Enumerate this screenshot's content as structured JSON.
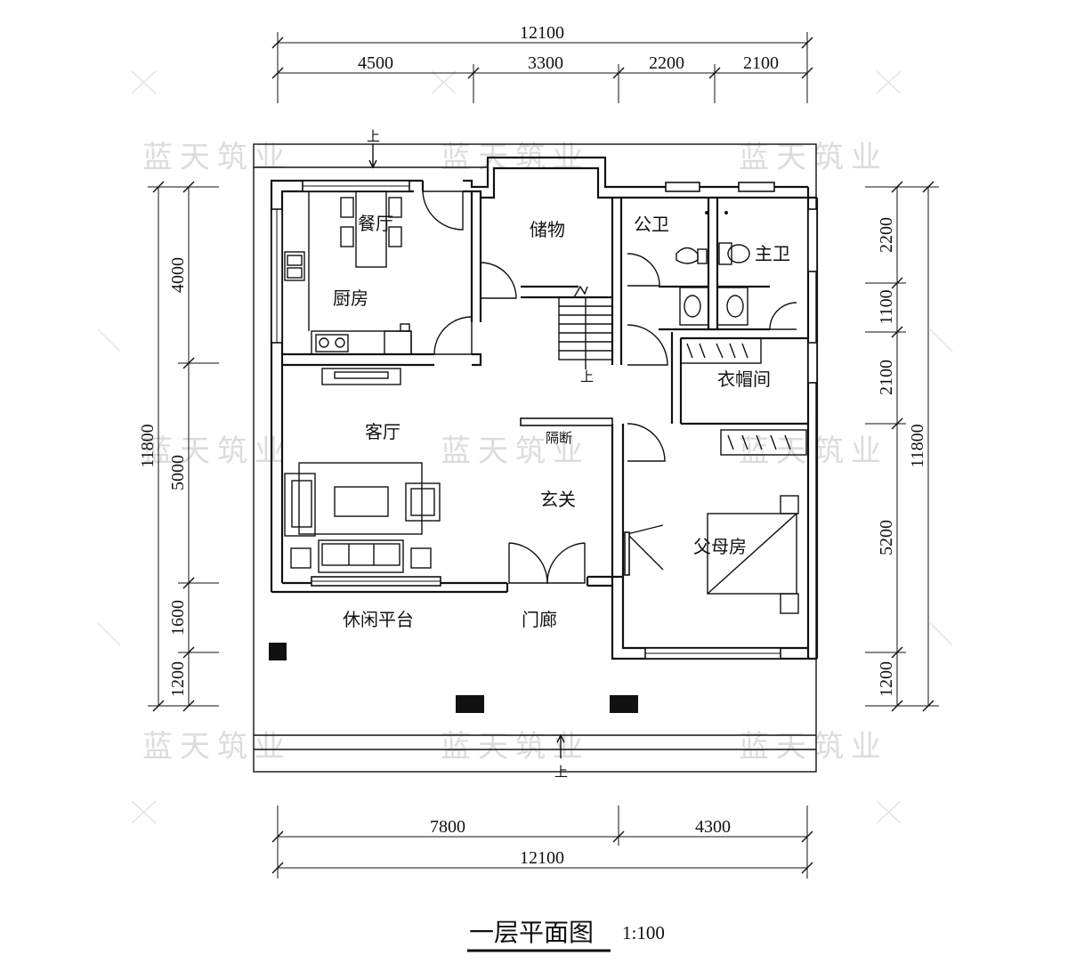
{
  "dimensions": {
    "top_total": "12100",
    "top_segments": [
      "4500",
      "3300",
      "2200",
      "2100"
    ],
    "bottom_segments": [
      "7800",
      "4300"
    ],
    "bottom_total": "12100",
    "left_total": "11800",
    "left_segments": [
      "4000",
      "5000",
      "1600",
      "1200"
    ],
    "right_total": "11800",
    "right_segments": [
      "2200",
      "1100",
      "2100",
      "5200",
      "1200"
    ]
  },
  "rooms": {
    "dining": "餐厅",
    "kitchen": "厨房",
    "storage": "储物",
    "public_bath": "公卫",
    "master_bath": "主卫",
    "cloakroom": "衣帽间",
    "living": "客厅",
    "partition": "隔断",
    "foyer": "玄关",
    "parents_room": "父母房",
    "leisure_terrace": "休闲平台",
    "porch": "门廊"
  },
  "stairs": {
    "up_top": "上",
    "up_stair": "上",
    "up_bottom": "上"
  },
  "watermark": "蓝天筑业",
  "title": {
    "text": "一层平面图",
    "scale": "1:100"
  }
}
